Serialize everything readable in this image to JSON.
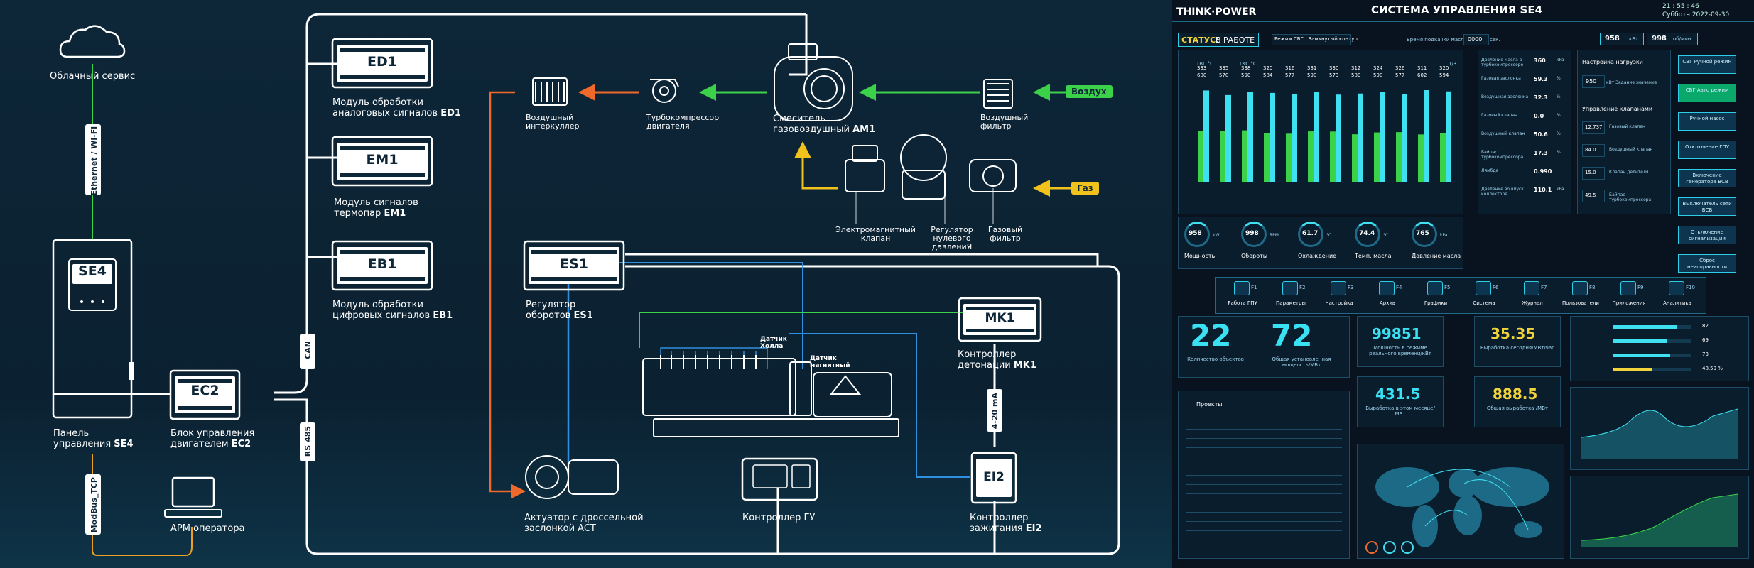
{
  "diagram": {
    "cloud_label": "Облачный сервис",
    "ethernet_label": "Ethernet / Wi-Fi",
    "se4_box": "SE4",
    "se4_label_1": "Панель",
    "se4_label_2": "управления ",
    "se4_label_bold": "SE4",
    "modbus_label": "ModBus_TCP",
    "arm_label": "АРМ оператора",
    "ec2_box": "EC2",
    "ec2_label_1": "Блок управления",
    "ec2_label_2": "двигателем ",
    "ec2_label_bold": "EC2",
    "can_label": "CAN",
    "rs485_label": "RS 485",
    "ed1_box": "ED1",
    "ed1_label_1": "Модуль обработки",
    "ed1_label_2": "аналоговых сигналов ",
    "ed1_label_bold": "ED1",
    "em1_box": "EM1",
    "em1_label_1": "Модуль сигналов",
    "em1_label_2": "термопар ",
    "em1_label_bold": "EM1",
    "eb1_box": "EB1",
    "eb1_label_1": "Модуль обработки",
    "eb1_label_2": "цифровых сигналов ",
    "eb1_label_bold": "EB1",
    "es1_box": "ES1",
    "es1_label_1": "Регулятор",
    "es1_label_2": "оборотов ",
    "es1_label_bold": "ES1",
    "mk1_box": "MK1",
    "mk1_label_1": "Контроллер",
    "mk1_label_2": "детонации ",
    "mk1_label_bold": "MK1",
    "ma_label": "4-20 mA",
    "ei2_box": "EI2",
    "ei2_label_1": "Контроллер",
    "ei2_label_2": "зажигания ",
    "ei2_label_bold": "EI2",
    "intercooler_label": "Воздушный интеркуллер",
    "turbo_label": "Турбокомпрессор двигателя",
    "mixer_label_1": "Смеситель",
    "mixer_label_2": "газовоздушный ",
    "mixer_label_bold": "AM1",
    "air_filter_label": "Воздушный фильтр",
    "air_pill": "Воздух",
    "gas_pill": "Газ",
    "valve_label": "Электромагнитный клапан",
    "regulator_label": "Регулятор нулевого давлениЯ",
    "gas_filter_label": "Газовый фильтр",
    "hall_label": "Датчик Холла",
    "magnetic_label": "Датчик магнитный",
    "actuator_label_1": "Актуатор с дроссельной",
    "actuator_label_2": "заслонкой ACT",
    "gu_label": "Контроллер ГУ",
    "colors": {
      "green": "#3bd24a",
      "orange": "#ef6a2a",
      "yellow": "#f0c21b",
      "blue": "#2f8fe0",
      "white": "#ffffff"
    }
  },
  "dashboard": {
    "brand": "THINK·POWER",
    "title": "СИСТЕМА УПРАВЛЕНИЯ SE4",
    "time": "21 : 55 : 46",
    "date": "Суббота 2022-09-30",
    "status_prefix": "СТАТУС:",
    "status_value": "В РАБОТЕ",
    "mode": "Режим СВГ | Замкнутый контур",
    "oil_time_label": "Время подкачки масла:",
    "oil_time_value": "0000",
    "oil_time_unit": "сек.",
    "power_top_1": "958",
    "power_top_1_unit": "кВт",
    "power_top_2": "998",
    "power_top_2_unit": "об/мин",
    "legend_tvg": "ТВГ °С",
    "legend_tks": "ТКС °С",
    "page": "1/3",
    "bars_top_values": [
      "333",
      "335",
      "338",
      "320",
      "316",
      "331",
      "330",
      "312",
      "324",
      "326",
      "311",
      "320"
    ],
    "bars_bottom_values": [
      "600",
      "570",
      "590",
      "584",
      "577",
      "590",
      "573",
      "580",
      "590",
      "577",
      "602",
      "594"
    ],
    "gauges": [
      {
        "value": "958",
        "unit": "kW",
        "label": "Мощность"
      },
      {
        "value": "998",
        "unit": "RPM",
        "label": "Обороты"
      },
      {
        "value": "61.7",
        "unit": "°C",
        "label": "Охлаждение"
      },
      {
        "value": "74.4",
        "unit": "°C",
        "label": "Темп. масла"
      },
      {
        "value": "765",
        "unit": "kPa",
        "label": "Давление масла"
      }
    ],
    "params": [
      {
        "label": "Давление масла в турбокомпрессоре",
        "value": "360",
        "unit": "kPa"
      },
      {
        "label": "Газовая заслонка",
        "value": "59.3",
        "unit": "%"
      },
      {
        "label": "Воздушная заслонка",
        "value": "32.3",
        "unit": "%"
      },
      {
        "label": "Газовый клапан",
        "value": "0.0",
        "unit": "%"
      },
      {
        "label": "Воздушный клапан",
        "value": "50.6",
        "unit": "%"
      },
      {
        "label": "Байпас турбокомпрессора",
        "value": "17.3",
        "unit": "%"
      },
      {
        "label": "Лямбда",
        "value": "0.990",
        "unit": ""
      },
      {
        "label": "Давление во впуск коллекторе",
        "value": "110.1",
        "unit": "kPa"
      }
    ],
    "load_title": "Настройка нагрузки",
    "load_value": "950",
    "load_desc": "кВт Задание значение",
    "valves_title": "Управление клапанами",
    "valves": [
      {
        "value": "12.737",
        "label": "Газовый клапан"
      },
      {
        "value": "84.0",
        "label": "Воздушный клапан"
      },
      {
        "value": "15.0",
        "label": "Клапан делителя"
      },
      {
        "value": "49.5",
        "label": "Байпас турбокомпрессора"
      }
    ],
    "side_buttons": [
      "СВГ Ручной режим",
      "СВГ Авто режим",
      "Ручной насос",
      "Отключение ГПУ",
      "Включение генератора ВСВ",
      "Выключатель сети ВСВ",
      "Отключение сигнализации",
      "Сброс неисправности"
    ],
    "nav": [
      {
        "key": "F1",
        "label": "Работа ГПУ"
      },
      {
        "key": "F2",
        "label": "Параметры"
      },
      {
        "key": "F3",
        "label": "Настройка"
      },
      {
        "key": "F4",
        "label": "Архив"
      },
      {
        "key": "F5",
        "label": "Графики"
      },
      {
        "key": "F6",
        "label": "Система"
      },
      {
        "key": "F7",
        "label": "Журнал"
      },
      {
        "key": "F8",
        "label": "Пользователи"
      },
      {
        "key": "F9",
        "label": "Приложения"
      },
      {
        "key": "F10",
        "label": "Аналитика"
      }
    ],
    "objects_count": "22",
    "objects_label": "Количество объектов",
    "installed_power": "72",
    "installed_label": "Общая установленная мощность/МВт",
    "realtime_power": "99851",
    "realtime_label": "Мощность в режиме реального времени/кВт",
    "today_output": "35.35",
    "today_label": "Выработка сегодня/МВт/час",
    "month_output": "431.5",
    "month_label": "Выработка в этом месяце/МВт",
    "total_output": "888.5",
    "total_label": "Общая выработка /МВт",
    "projects_title": "Проекты",
    "progress_values": [
      {
        "value": "82",
        "fill": 0.82
      },
      {
        "value": "69",
        "fill": 0.69
      },
      {
        "value": "73",
        "fill": 0.73
      },
      {
        "value": "48.59",
        "unit": "%",
        "fill": 0.49
      }
    ]
  }
}
